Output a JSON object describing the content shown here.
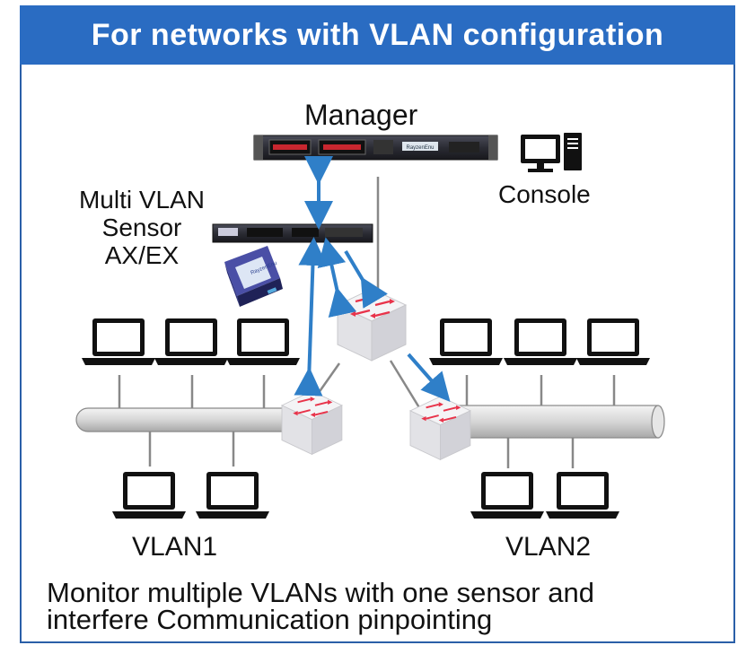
{
  "header": {
    "title": "For networks with VLAN configuration"
  },
  "labels": {
    "manager": "Manager",
    "console": "Console",
    "sensor_line1": "Multi VLAN",
    "sensor_line2": "Sensor",
    "sensor_line3": "AX/EX",
    "vlan1": "VLAN1",
    "vlan2": "VLAN2"
  },
  "caption": {
    "line1": "Monitor multiple VLANs with one sensor and",
    "line2": "interfere Communication pinpointing"
  },
  "device_brand": "RayzenEnu",
  "colors": {
    "header_bg": "#2a6cc2",
    "frame_border": "#2a5fa8",
    "arrow": "#2f7fc8",
    "switch_arrow": "#e8334a"
  }
}
